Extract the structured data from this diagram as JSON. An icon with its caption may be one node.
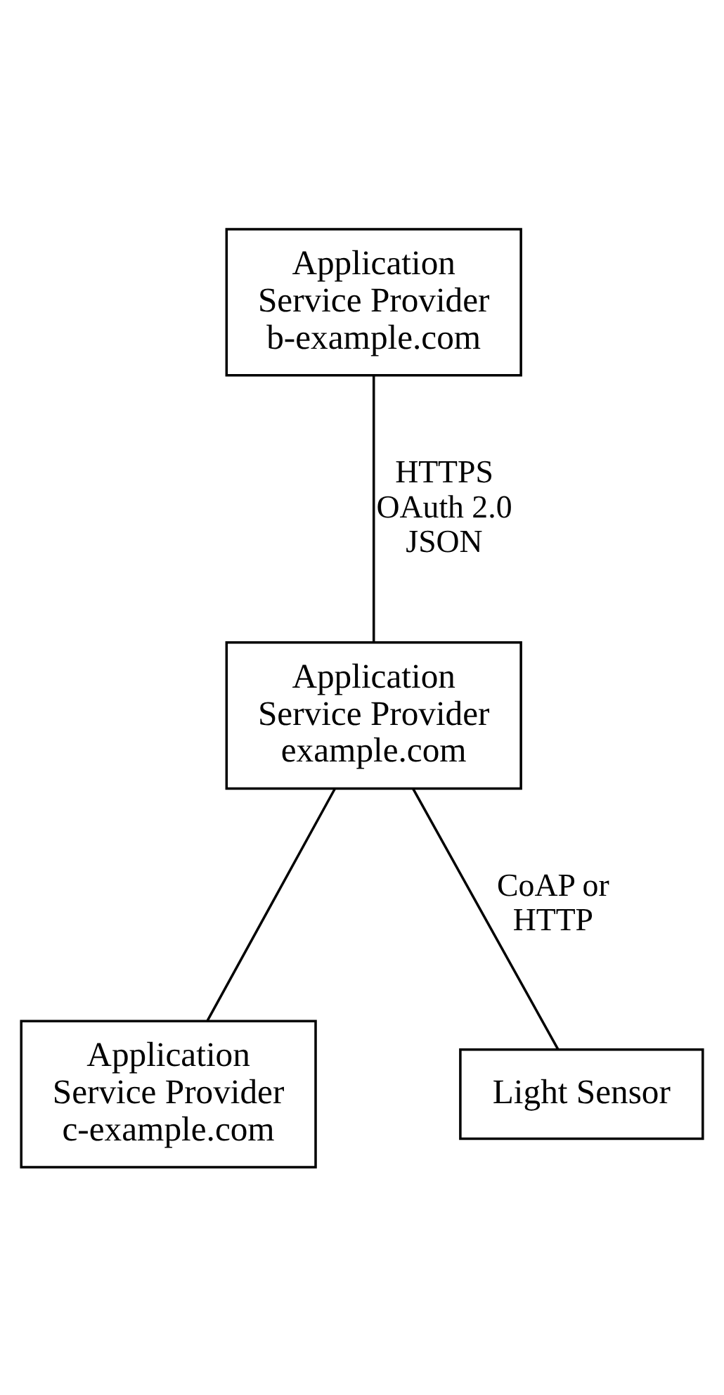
{
  "diagram": {
    "nodes": [
      {
        "text": [
          "Application Service Provider b-example.com"
        ]
      },
      {
        "text": [
          "Application Service Provider example.com"
        ]
      },
      {
        "text": [
          "Application Service Provider c-example.com"
        ]
      },
      {
        "text": [
          "Light Sensor"
        ]
      }
    ],
    "edges": [
      {
        "from": 1,
        "to": 0,
        "arrow": "none",
        "label": "HTTPS OAuth 2.0 JSON"
      },
      {
        "from": 3,
        "to": 1,
        "arrow": "none",
        "label": "CoAP or HTTP"
      },
      {
        "from": 2,
        "to": 1,
        "arrow": "none"
      }
    ]
  }
}
